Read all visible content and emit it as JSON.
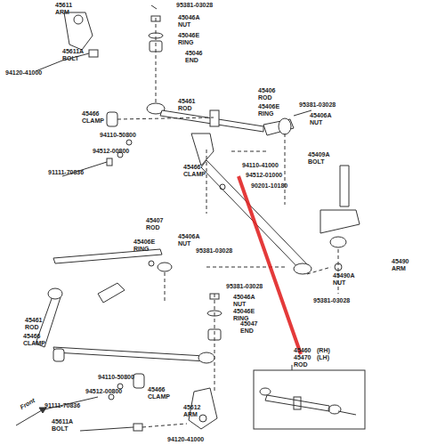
{
  "diagram": {
    "labels": [
      "45611",
      "ARM",
      "95381-03028",
      "45046A",
      "NUT",
      "45046E",
      "RING",
      "45046",
      "END",
      "45611A",
      "BOLT",
      "94120-41000",
      "45406",
      "ROD",
      "45406E",
      "RING",
      "95381-03028",
      "45406A",
      "NUT",
      "45461",
      "ROD",
      "45466",
      "CLAMP",
      "94110-50800",
      "94512-00800",
      "91111-70836",
      "45466",
      "CLAMP",
      "94110-41000",
      "94512-01000",
      "90201-10180",
      "45409A",
      "BOLT",
      "45407",
      "ROD",
      "45406A",
      "NUT",
      "45406E",
      "RING",
      "95381-03028",
      "45490",
      "ARM",
      "45490A",
      "NUT",
      "95381-03028",
      "95381-03028",
      "45046A",
      "NUT",
      "45046E",
      "RING",
      "45047",
      "END",
      "45461",
      "ROD",
      "45466",
      "CLAMP",
      "94110-50800",
      "94512-00800",
      "91111-70836",
      "45466",
      "CLAMP",
      "45612",
      "ARM",
      "45611A",
      "BOLT",
      "94120-41000",
      "45460",
      "(RH)",
      "45470",
      "(LH)",
      "ROD",
      "Front"
    ]
  }
}
